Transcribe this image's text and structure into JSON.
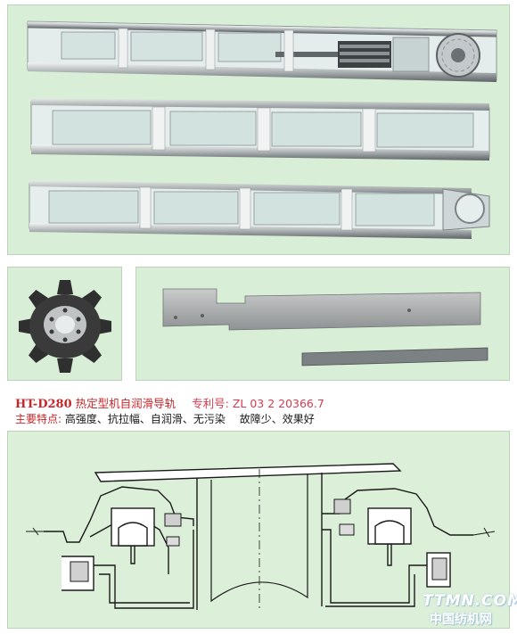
{
  "product": {
    "model": "HT-D280",
    "name": "热定型机自润滑导轨",
    "patent_label": "专利号:",
    "patent_number": "ZL 03 2 20366.7"
  },
  "features": {
    "label": "主要特点:",
    "text_a": "高强度、抗拉幅、自润滑、无污染",
    "text_b": "故障少、效果好"
  },
  "watermark": {
    "line1": "TTMN.COM",
    "line2": "中国纺机网"
  },
  "colors": {
    "panel_bg": "#d9eed6",
    "accent_red": "#c8262a",
    "patent_pink": "#d63a4e"
  }
}
